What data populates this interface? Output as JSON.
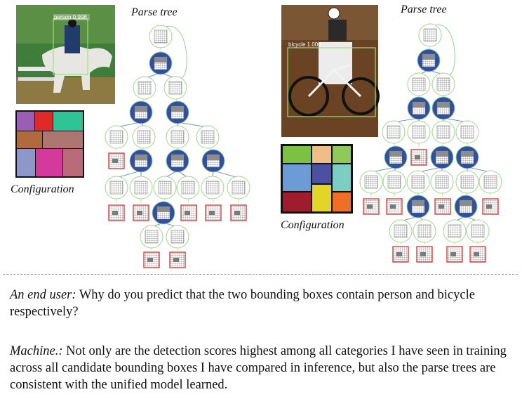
{
  "left": {
    "detection_label": "person 0.998",
    "parse_tree_title": "Parse tree",
    "configuration_caption": "Configuration",
    "config_colors": [
      "#9a5fb5",
      "#e02a2a",
      "#2fc396",
      "#b06a3e",
      "#ad7670",
      "#8f97c9",
      "#d43a9c",
      "#b86a78"
    ]
  },
  "right": {
    "detection_label": "bicycle 1.000",
    "parse_tree_title": "Parse tree",
    "configuration_caption": "Configuration",
    "config_colors": [
      "#7dc143",
      "#f1bd86",
      "#8ec95a",
      "#6c9bd5",
      "#4d4fa3",
      "#7ccdc2",
      "#9e1d2c",
      "#e2d527",
      "#ef6f29"
    ]
  },
  "dialogue": {
    "user_speaker": "An end user:",
    "user_text": " Why do you predict that the two bounding boxes contain person and bicycle respectively?",
    "machine_speaker": "Machine.:",
    "machine_text": " Not only are the detection scores highest among all categories I have seen in training across all candidate bounding boxes I have compared in inference, but also the parse trees are consistent with the unified model learned."
  },
  "colors": {
    "node_fill": "#2e4fa3",
    "node_ring": "#9fd48c",
    "terminal_border": "#d23232",
    "edge": "#7a96c8",
    "detection_box": "#9ee07a"
  }
}
